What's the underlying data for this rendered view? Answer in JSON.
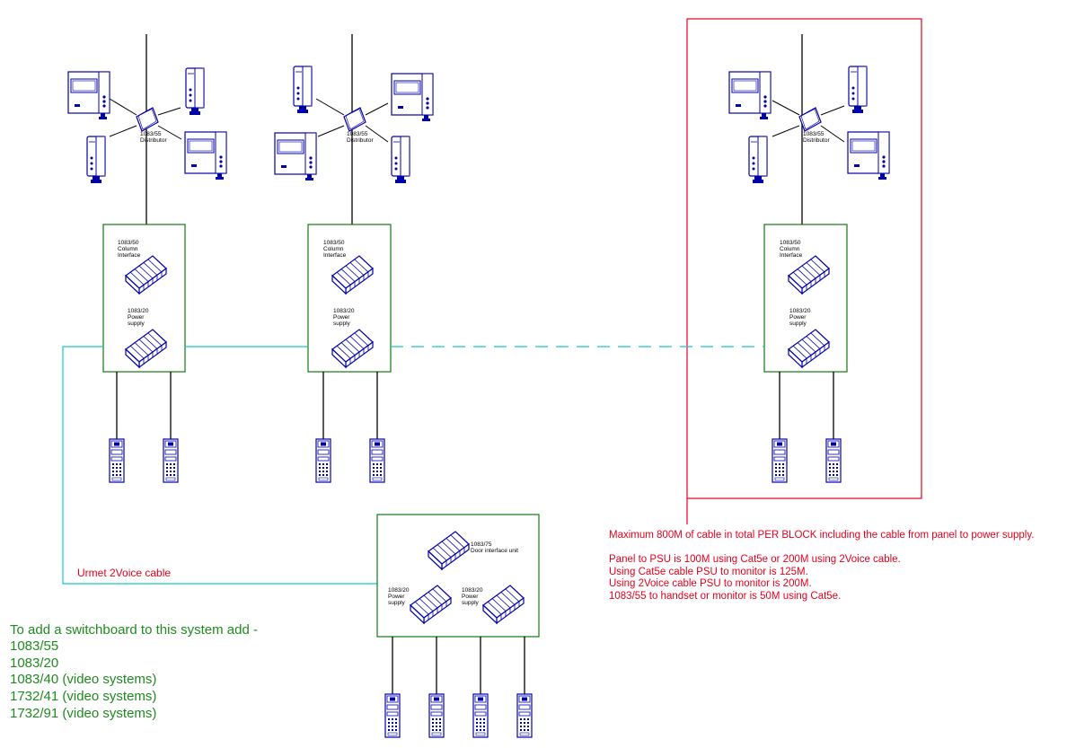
{
  "blocks": [
    {
      "distributor": {
        "code": "1083/55",
        "name": "Distributor"
      },
      "column_interface": {
        "code": "1083/50",
        "line1": "Column",
        "line2": "Interface"
      },
      "power_supply": {
        "code": "1083/20",
        "line1": "Power",
        "line2": "supply"
      }
    },
    {
      "distributor": {
        "code": "1083/55",
        "name": "Distributor"
      },
      "column_interface": {
        "code": "1083/50",
        "line1": "Column",
        "line2": "Interface"
      },
      "power_supply": {
        "code": "1083/20",
        "line1": "Power",
        "line2": "supply"
      }
    },
    {
      "distributor": {
        "code": "1083/55",
        "name": "Distributor"
      },
      "column_interface": {
        "code": "1083/50",
        "line1": "Column",
        "line2": "Interface"
      },
      "power_supply": {
        "code": "1083/20",
        "line1": "Power",
        "line2": "supply"
      }
    }
  ],
  "door_unit": {
    "interface": {
      "code": "1083/75",
      "name": "Door interface unit"
    },
    "psu_left": {
      "code": "1083/20",
      "line1": "Power",
      "line2": "supply"
    },
    "psu_right": {
      "code": "1083/20",
      "line1": "Power",
      "line2": "supply"
    }
  },
  "cable_label": "Urmet 2Voice cable",
  "notes": {
    "max": "Maximum 800M of cable in total PER BLOCK including the cable from panel to power supply.",
    "lines": [
      "Panel to PSU is 100M using Cat5e or 200M using 2Voice cable.",
      "Using Cat5e cable PSU to monitor is 125M.",
      "Using 2Voice cable PSU to monitor is 200M.",
      "1083/55 to handset or monitor is 50M using Cat5e."
    ]
  },
  "switchboard": {
    "title": "To add a switchboard to this system add -",
    "items": [
      "1083/55",
      "1083/20",
      "1083/40 (video systems)",
      "1732/41 (video systems)",
      "1732/91 (video systems)"
    ]
  },
  "colors": {
    "device": "#0000a8",
    "box": "#107a10",
    "cable": "#19c8c8",
    "highlight": "#e8001c",
    "switchboard_text": "#1f8a1f"
  }
}
